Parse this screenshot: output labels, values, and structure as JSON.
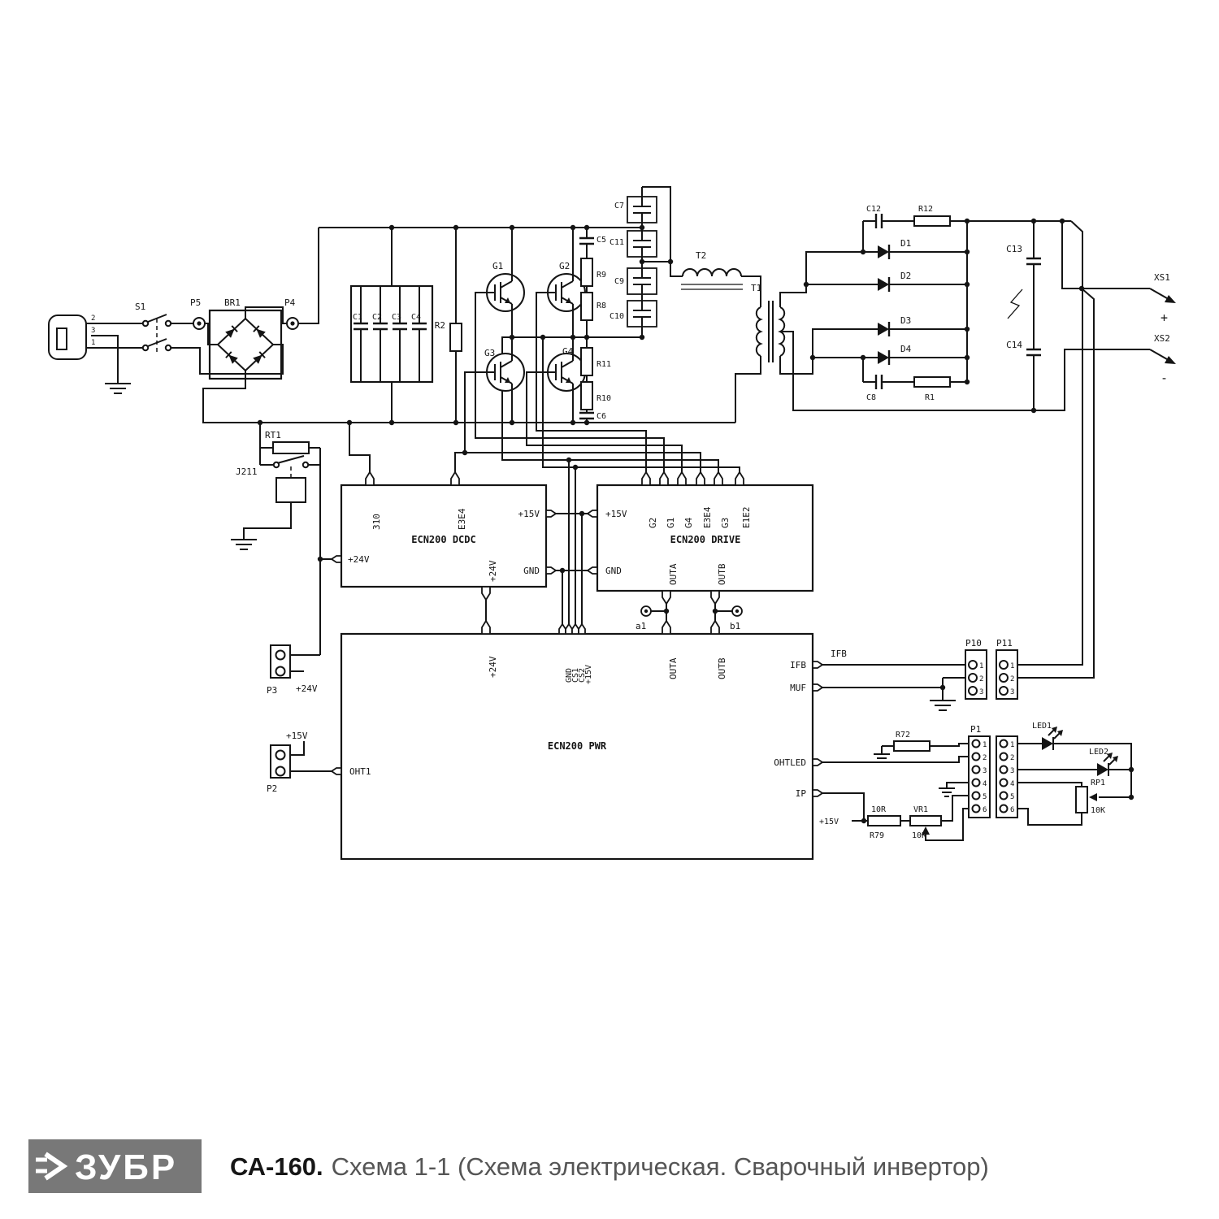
{
  "footer": {
    "logo": "ЗУБР",
    "title_model": "СА-160.",
    "title_rest": "Схема 1-1 (Схема электрическая. Сварочный инвертор)"
  },
  "labels": {
    "plug_pin_2": "2",
    "plug_pin_3": "3",
    "plug_pin_1": "1",
    "s1": "S1",
    "p5": "P5",
    "br1": "BR1",
    "p4": "P4",
    "c1": "C1",
    "c2": "C2",
    "c3": "C3",
    "c4": "C4",
    "r2": "R2",
    "g1": "G1",
    "g2": "G2",
    "g3": "G3",
    "g4": "G4",
    "c5": "C5",
    "r9": "R9",
    "r8": "R8",
    "r11": "R11",
    "r10": "R10",
    "c6": "C6",
    "c7": "C7",
    "c11": "C11",
    "c9": "C9",
    "c10": "C10",
    "t2": "T2",
    "t1": "T1",
    "c12": "C12",
    "r12": "R12",
    "c8": "C8",
    "r1": "R1",
    "d1": "D1",
    "d2": "D2",
    "d3": "D3",
    "d4": "D4",
    "c13": "C13",
    "c14": "C14",
    "xs1": "XS1",
    "xs1_pol": "+",
    "xs2": "XS2",
    "xs2_pol": "-",
    "rt1": "RT1",
    "j211": "J211",
    "dcdc_title": "ECN200 DCDC",
    "dcdc_pin_310": "310",
    "dcdc_pin_e3e4": "E3E4",
    "dcdc_pin_15v": "+15V",
    "dcdc_pin_gnd": "GND",
    "dcdc_pin_24v": "+24V",
    "dcdc_pin_24v_out": "+24V",
    "drive_title": "ECN200 DRIVE",
    "drive_pin_15v": "+15V",
    "drive_pin_gnd": "GND",
    "drive_pin_g2": "G2",
    "drive_pin_g1": "G1",
    "drive_pin_g4": "G4",
    "drive_pin_e3e4": "E3E4",
    "drive_pin_g3": "G3",
    "drive_pin_e1e2": "E1E2",
    "drive_pin_outa": "OUTA",
    "drive_pin_outb": "OUTB",
    "tp_a1": "a1",
    "tp_b1": "b1",
    "pwr_title": "ECN200 PWR",
    "pwr_pin_24v": "+24V",
    "pwr_pin_gnd": "GND",
    "pwr_pin_cs1": "CS1",
    "pwr_pin_cs2": "CS2",
    "pwr_pin_15v": "+15V",
    "pwr_pin_outa": "OUTA",
    "pwr_pin_outb": "OUTB",
    "pwr_pin_oht1": "OHT1",
    "pwr_pin_ifb": "IFB",
    "pwr_pin_muf": "MUF",
    "pwr_pin_ohtled": "OHTLED",
    "pwr_pin_ip": "IP",
    "net_ifb": "IFB",
    "net_24v": "+24V",
    "net_15v": "+15V",
    "net_15v_vr": "+15V",
    "p3": "P3",
    "p2": "P2",
    "p10": "P10",
    "p11": "P11",
    "p1": "P1",
    "r72": "R72",
    "led1": "LED1",
    "led2": "LED2",
    "rp1": "RP1",
    "rp1_val": "10K",
    "r79": "R79",
    "r79_val": "10R",
    "vr1": "VR1",
    "vr1_val": "10K"
  },
  "connectors": {
    "p10_pins": [
      "1",
      "2",
      "3"
    ],
    "p11_pins": [
      "1",
      "2",
      "3"
    ],
    "p1_col_a": [
      "1",
      "2",
      "3",
      "4",
      "5",
      "6"
    ],
    "p1_col_b": [
      "1",
      "2",
      "3",
      "4",
      "5",
      "6"
    ]
  }
}
